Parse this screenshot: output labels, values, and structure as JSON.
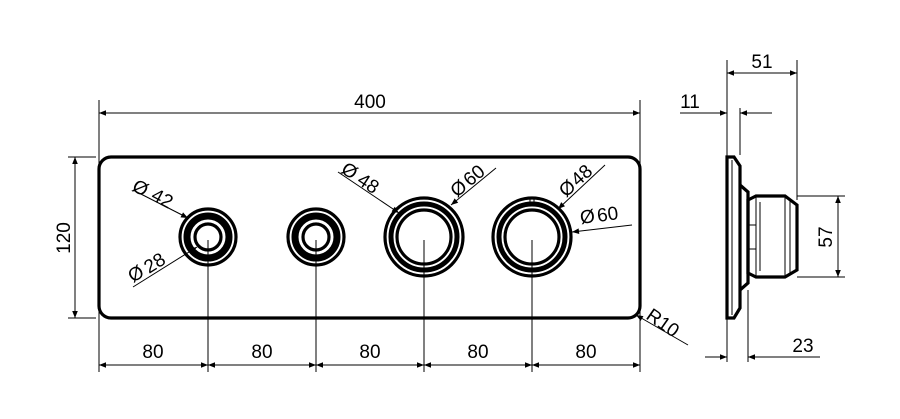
{
  "front_view": {
    "overall_width": "400",
    "overall_height": "120",
    "corner_radius": "R10",
    "knob_spacing": [
      "80",
      "80",
      "80",
      "80",
      "80"
    ],
    "small_knob_outer_diameter": "42",
    "small_knob_inner_diameter": "28",
    "large_knob_inner_diameter_left": "48",
    "large_knob_outer_diameter_left": "60",
    "large_knob_inner_diameter_right": "48",
    "large_knob_outer_diameter_right": "60",
    "diameter_symbol": "Ø"
  },
  "side_view": {
    "total_depth": "51",
    "plate_thickness": "11",
    "knob_height": "57",
    "knob_projection": "23"
  }
}
